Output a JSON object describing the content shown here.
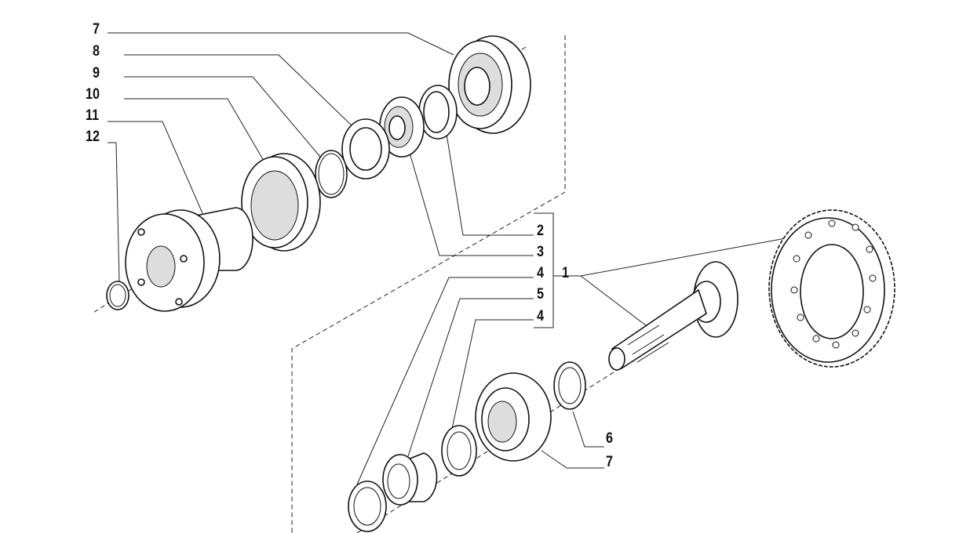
{
  "callouts": {
    "left": [
      "7",
      "8",
      "9",
      "10",
      "11",
      "12"
    ],
    "middle": [
      "2",
      "3",
      "4",
      "5",
      "4"
    ],
    "assembly": "1",
    "bottom": [
      "6",
      "7"
    ]
  }
}
